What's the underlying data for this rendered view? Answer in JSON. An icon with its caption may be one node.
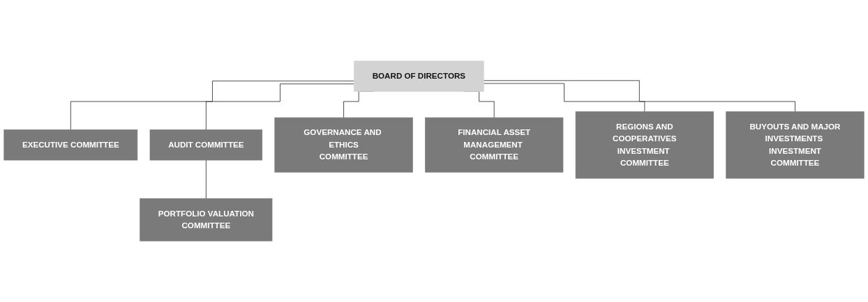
{
  "diagram": {
    "nodes": [
      {
        "text": [
          "BOARD OF DIRECTORS"
        ]
      },
      {
        "text": [
          "EXECUTIVE COMMITTEE"
        ]
      },
      {
        "text": [
          "AUDIT COMMITTEE"
        ]
      },
      {
        "text": [
          "GOVERNANCE AND ETHICS COMMITTEE"
        ]
      },
      {
        "text": [
          "FINANCIAL ASSET MANAGEMENT COMMITTEE"
        ]
      },
      {
        "text": [
          "REGIONS AND COOPERATIVES INVESTMENT COMMITTEE"
        ]
      },
      {
        "text": [
          "BUYOUTS AND MAJOR INVESTMENTS INVESTMENT COMMITTEE"
        ]
      },
      {
        "text": [
          "PORTFOLIO VALUATION COMMITTEE"
        ]
      }
    ],
    "edges": [
      {
        "from": 0,
        "to": 1,
        "arrow": "none"
      },
      {
        "from": 0,
        "to": 2,
        "arrow": "none"
      },
      {
        "from": 0,
        "to": 3,
        "arrow": "none"
      },
      {
        "from": 0,
        "to": 4,
        "arrow": "none"
      },
      {
        "from": 0,
        "to": 5,
        "arrow": "none"
      },
      {
        "from": 0,
        "to": 6,
        "arrow": "none"
      },
      {
        "from": 2,
        "to": 7,
        "arrow": "none"
      }
    ]
  }
}
